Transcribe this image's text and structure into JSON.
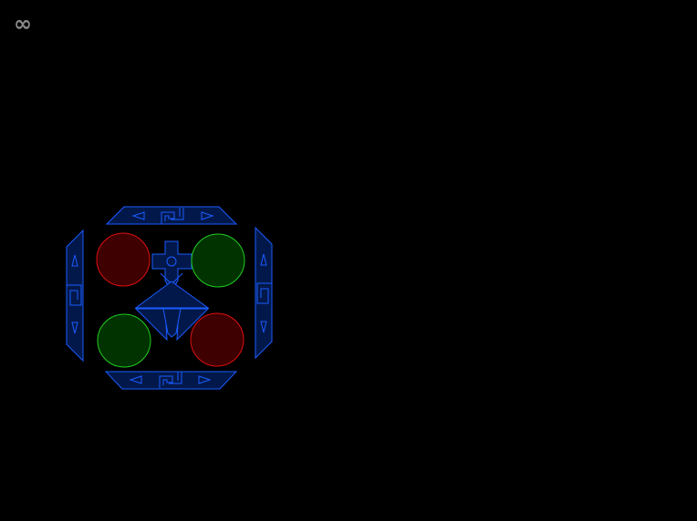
{
  "hud": {
    "lives_symbol": "∞"
  },
  "colors": {
    "background": "#000000",
    "frame_fill": "#03184a",
    "frame_stroke": "#1a5cff",
    "red_fill": "#3e0000",
    "red_stroke": "#e01010",
    "green_fill": "#003300",
    "green_stroke": "#22cc22",
    "hud_text": "#8a8a8a"
  },
  "icons": {
    "top_bar": "ornament-bar-icon",
    "bottom_bar": "ornament-bar-icon",
    "left_bar": "ornament-bar-icon",
    "right_bar": "ornament-bar-icon",
    "center": "ship-icon"
  },
  "buttons": {
    "top_left": {
      "color": "red"
    },
    "top_right": {
      "color": "green"
    },
    "bottom_left": {
      "color": "green"
    },
    "bottom_right": {
      "color": "red"
    }
  }
}
